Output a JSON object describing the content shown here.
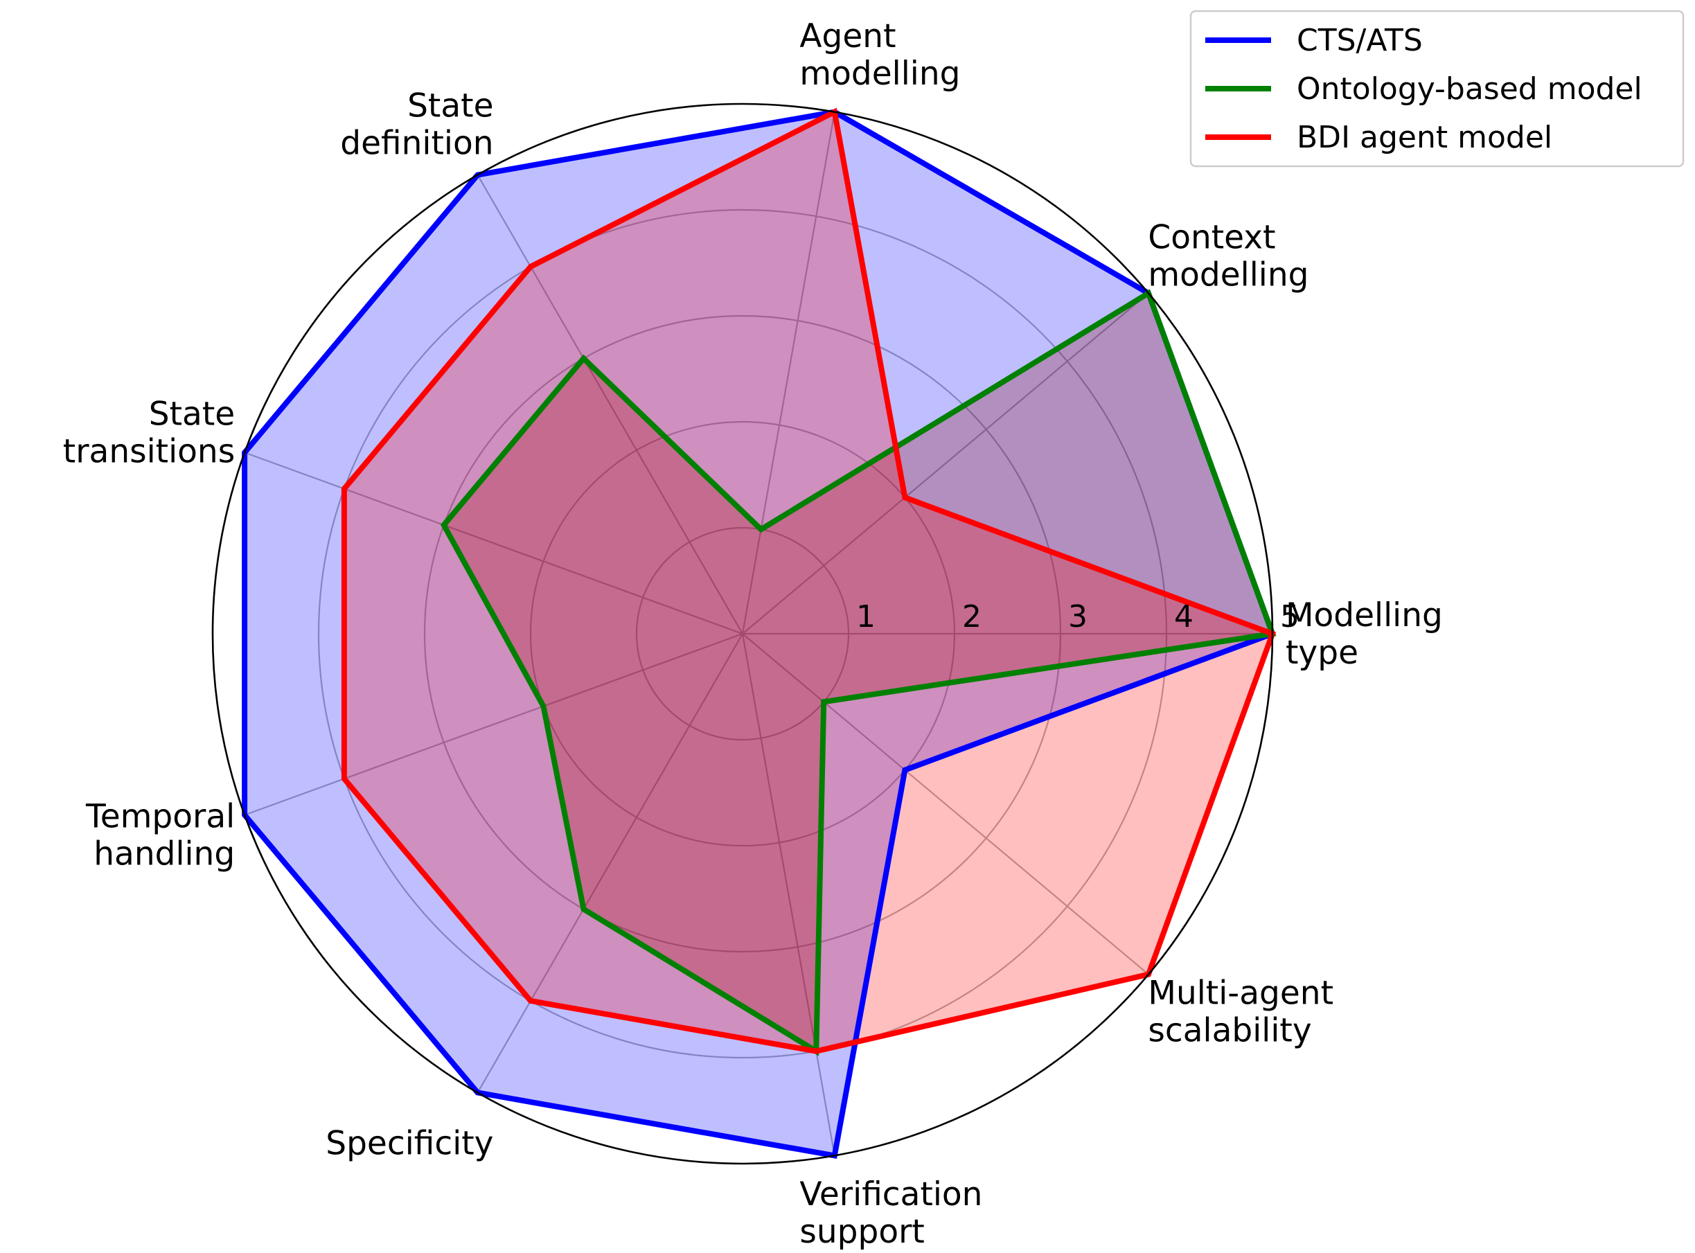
{
  "chart_data": {
    "type": "radar",
    "axes": [
      {
        "label_lines": [
          "Modelling",
          "type"
        ]
      },
      {
        "label_lines": [
          "Context",
          "modelling"
        ]
      },
      {
        "label_lines": [
          "Agent",
          "modelling"
        ]
      },
      {
        "label_lines": [
          "State",
          "definition"
        ]
      },
      {
        "label_lines": [
          "State",
          "transitions"
        ]
      },
      {
        "label_lines": [
          "Temporal",
          "handling"
        ]
      },
      {
        "label_lines": [
          "Specificity"
        ]
      },
      {
        "label_lines": [
          "Verification",
          "support"
        ]
      },
      {
        "label_lines": [
          "Multi-agent",
          "scalability"
        ]
      }
    ],
    "rlim": [
      0,
      5
    ],
    "rticks": [
      "1",
      "2",
      "3",
      "4",
      "5"
    ],
    "grid": true,
    "legend_position": "top-right",
    "series": [
      {
        "name": "CTS/ATS",
        "color": "#0000ff",
        "fill": "#0000ff",
        "fill_opacity": 0.25,
        "values": [
          5,
          5,
          5,
          5,
          5,
          5,
          5,
          5,
          2
        ]
      },
      {
        "name": "Ontology-based model",
        "color": "#008000",
        "fill": "#8b0000",
        "fill_opacity": 0.25,
        "values": [
          5,
          5,
          1,
          3,
          3,
          2,
          3,
          4,
          1
        ]
      },
      {
        "name": "BDI agent model",
        "color": "#ff0000",
        "fill": "#ff0000",
        "fill_opacity": 0.25,
        "values": [
          5,
          2,
          5,
          4,
          4,
          4,
          4,
          4,
          5
        ]
      }
    ]
  }
}
